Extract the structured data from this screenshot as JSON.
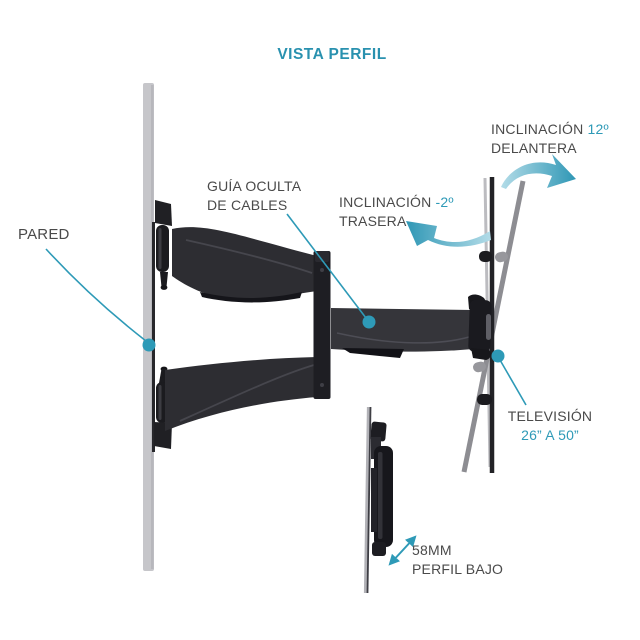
{
  "title": "VISTA PERFIL",
  "colors": {
    "accent": "#2E9AB7",
    "title": "#2991AF",
    "text": "#4A4A4A",
    "wall": "#C6C6CA",
    "mount": "#2D2D32",
    "tvgray": "#8D8D92"
  },
  "labels": {
    "pared": "PARED",
    "guia": {
      "line1": "GUÍA OCULTA",
      "line2": "DE CABLES"
    },
    "trasera": {
      "prefix": "INCLINACIÓN ",
      "value": "-2º",
      "line2": "TRASERA"
    },
    "delantera": {
      "prefix": "INCLINACIÓN ",
      "value": "12º",
      "line2": "DELANTERA"
    },
    "television": {
      "line1": "TELEVISIÓN",
      "line2": "26” A 50”"
    },
    "perfil": {
      "line1": "58MM",
      "line2": "PERFIL BAJO"
    }
  }
}
